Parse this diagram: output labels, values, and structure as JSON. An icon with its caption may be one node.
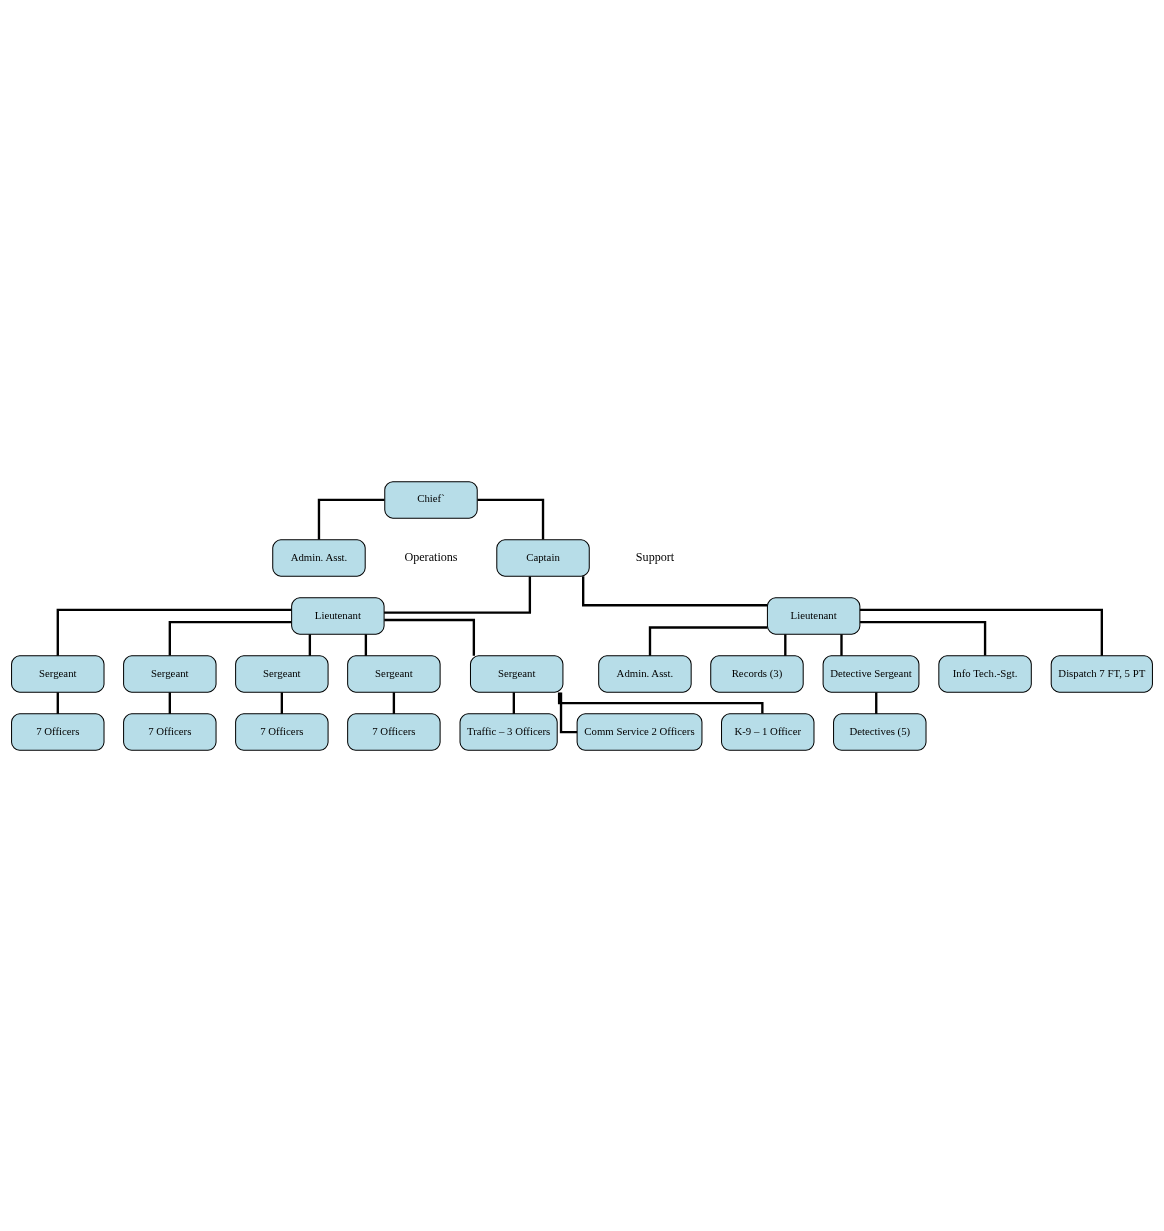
{
  "diagram": {
    "nodes": [
      {
        "text": [
          "Chief`"
        ]
      },
      {
        "text": [
          "Admin. Asst."
        ]
      },
      {
        "text": [
          "Captain"
        ]
      },
      {
        "text": [
          "Lieutenant"
        ]
      },
      {
        "text": [
          "Lieutenant"
        ]
      },
      {
        "text": [
          "Sergeant"
        ]
      },
      {
        "text": [
          "Sergeant"
        ]
      },
      {
        "text": [
          "7 Officers"
        ]
      },
      {
        "text": [
          "7 Officers"
        ]
      },
      {
        "text": [
          "Sergeant"
        ]
      },
      {
        "text": [
          "Sergeant"
        ]
      },
      {
        "text": [
          "7 Officers"
        ]
      },
      {
        "text": [
          "7 Officers"
        ]
      },
      {
        "text": [
          "Sergeant"
        ]
      },
      {
        "text": [
          "Traffic – 3 Officers"
        ]
      },
      {
        "text": [
          "Comm Service 2 Officers"
        ]
      },
      {
        "text": [
          "K-9 – 1 Officer"
        ]
      },
      {
        "text": [
          "Admin. Asst."
        ]
      },
      {
        "text": [
          "Records (3)"
        ]
      },
      {
        "text": [
          "Detective Sergeant"
        ]
      },
      {
        "text": [
          "Detectives (5)"
        ]
      },
      {
        "text": [
          "Info Tech.-Sgt."
        ]
      },
      {
        "text": [
          "Dispatch 7 FT, 5 PT"
        ]
      }
    ],
    "edges": [
      {
        "from": 0,
        "to": 1,
        "arrow": "none"
      },
      {
        "from": 0,
        "to": 2,
        "arrow": "none"
      },
      {
        "from": 2,
        "to": 3,
        "arrow": "none"
      },
      {
        "from": 2,
        "to": 4,
        "arrow": "none"
      },
      {
        "from": 3,
        "to": 5,
        "arrow": "none"
      },
      {
        "from": 3,
        "to": 6,
        "arrow": "none"
      },
      {
        "from": 5,
        "to": 7,
        "arrow": "none"
      },
      {
        "from": 6,
        "to": 8,
        "arrow": "none"
      },
      {
        "from": 3,
        "to": 9,
        "arrow": "none"
      },
      {
        "from": 3,
        "to": 10,
        "arrow": "none"
      },
      {
        "from": 9,
        "to": 11,
        "arrow": "none"
      },
      {
        "from": 10,
        "to": 12,
        "arrow": "none"
      },
      {
        "from": 3,
        "to": 13,
        "arrow": "none"
      },
      {
        "from": 13,
        "to": 14,
        "arrow": "none"
      },
      {
        "from": 13,
        "to": 15,
        "arrow": "none"
      },
      {
        "from": 13,
        "to": 16,
        "arrow": "none"
      },
      {
        "from": 4,
        "to": 17,
        "arrow": "none"
      },
      {
        "from": 4,
        "to": 18,
        "arrow": "none"
      },
      {
        "from": 4,
        "to": 19,
        "arrow": "none"
      },
      {
        "from": 19,
        "to": 20,
        "arrow": "none"
      },
      {
        "from": 4,
        "to": 21,
        "arrow": "none"
      },
      {
        "from": 4,
        "to": 22,
        "arrow": "none"
      }
    ],
    "labels": [
      "Operations",
      "Support"
    ]
  }
}
